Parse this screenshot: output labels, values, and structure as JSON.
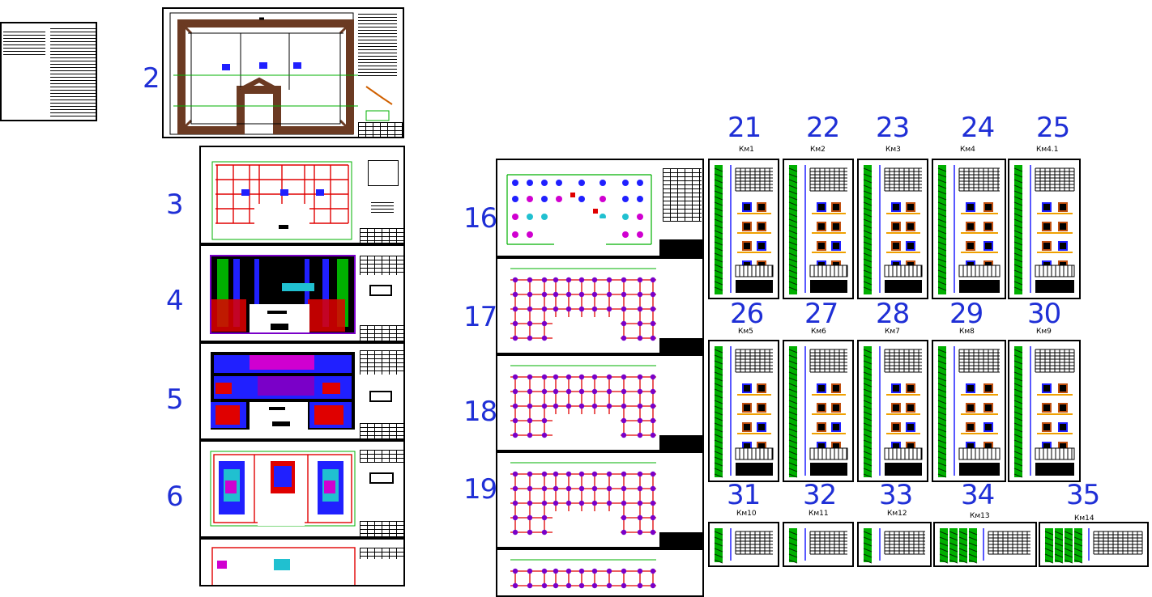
{
  "sheet_numbers": {
    "s2": "2",
    "s3": "3",
    "s4": "4",
    "s5": "5",
    "s6": "6",
    "s16": "16",
    "s17": "17",
    "s18": "18",
    "s19": "19",
    "s21": "21",
    "s22": "22",
    "s23": "23",
    "s24": "24",
    "s25": "25",
    "s26": "26",
    "s27": "27",
    "s28": "28",
    "s29": "29",
    "s30": "30",
    "s31": "31",
    "s32": "32",
    "s33": "33",
    "s34": "34",
    "s35": "35"
  },
  "sheet_codes": {
    "s21": "Км1",
    "s22": "Км2",
    "s23": "Км3",
    "s24": "Км4",
    "s25": "Км4.1",
    "s26": "Км5",
    "s27": "Км6",
    "s28": "Км7",
    "s29": "Км8",
    "s30": "Км9",
    "s31": "Км10",
    "s32": "Км11",
    "s33": "Км12",
    "s34": "Км13",
    "s35": "Км14"
  },
  "colors": {
    "label": "#1f2fd6",
    "grid_red": "#e00000",
    "grid_green": "#00b000",
    "fill_blue": "#2020ff",
    "fill_magenta": "#d000d0",
    "column_purple": "#7a00c8",
    "roof_brown": "#6b3a22"
  }
}
